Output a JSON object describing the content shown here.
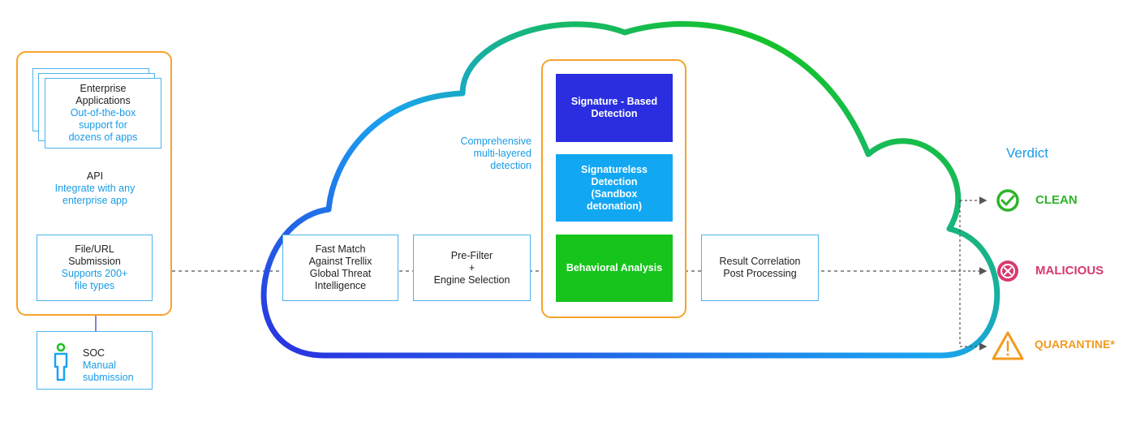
{
  "enterprise": {
    "title_line1": "Enterprise",
    "title_line2": "Applications",
    "desc_line1": "Out-of-the-box",
    "desc_line2": "support for",
    "desc_line3": "dozens of apps"
  },
  "api": {
    "title": "API",
    "desc_line1": "Integrate with any",
    "desc_line2": "enterprise app"
  },
  "submission": {
    "title_line1": "File/URL",
    "title_line2": "Submission",
    "desc_line1": "Supports 200+",
    "desc_line2": "file types"
  },
  "soc": {
    "title": "SOC",
    "desc_line1": "Manual",
    "desc_line2": "submission"
  },
  "cloud_caption": {
    "line1": "Comprehensive",
    "line2": "multi-layered",
    "line3": "detection"
  },
  "pipeline": {
    "fast_match": [
      "Fast Match",
      "Against Trellix",
      "Global Threat",
      "Intelligence"
    ],
    "pre_filter": [
      "Pre-Filter",
      "+",
      "Engine Selection"
    ],
    "result": [
      "Result Correlation",
      "Post Processing"
    ]
  },
  "detection": {
    "signature": [
      "Signature - Based",
      "Detection"
    ],
    "signatureless": [
      "Signatureless",
      "Detection",
      "(Sandbox",
      "detonation)"
    ],
    "behavioral": "Behavioral Analysis"
  },
  "verdict": {
    "title": "Verdict",
    "items": [
      {
        "label": "CLEAN",
        "icon": "check-circle-icon",
        "color": "#2db52a"
      },
      {
        "label": "MALICIOUS",
        "icon": "x-circle-icon",
        "color": "#d63a6e"
      },
      {
        "label": "QUARANTINE*",
        "icon": "warning-triangle-icon",
        "color": "#f39a1e"
      }
    ]
  },
  "colors": {
    "orange": "#f5a32a",
    "light_blue": "#1a9be6",
    "signature_fill": "#2a2ee0",
    "signatureless_fill": "#12a7f2",
    "behavioral_fill": "#16c41c",
    "cloud_gradient": [
      "#2a2ee0",
      "#1aa3f0",
      "#16c41c"
    ]
  }
}
